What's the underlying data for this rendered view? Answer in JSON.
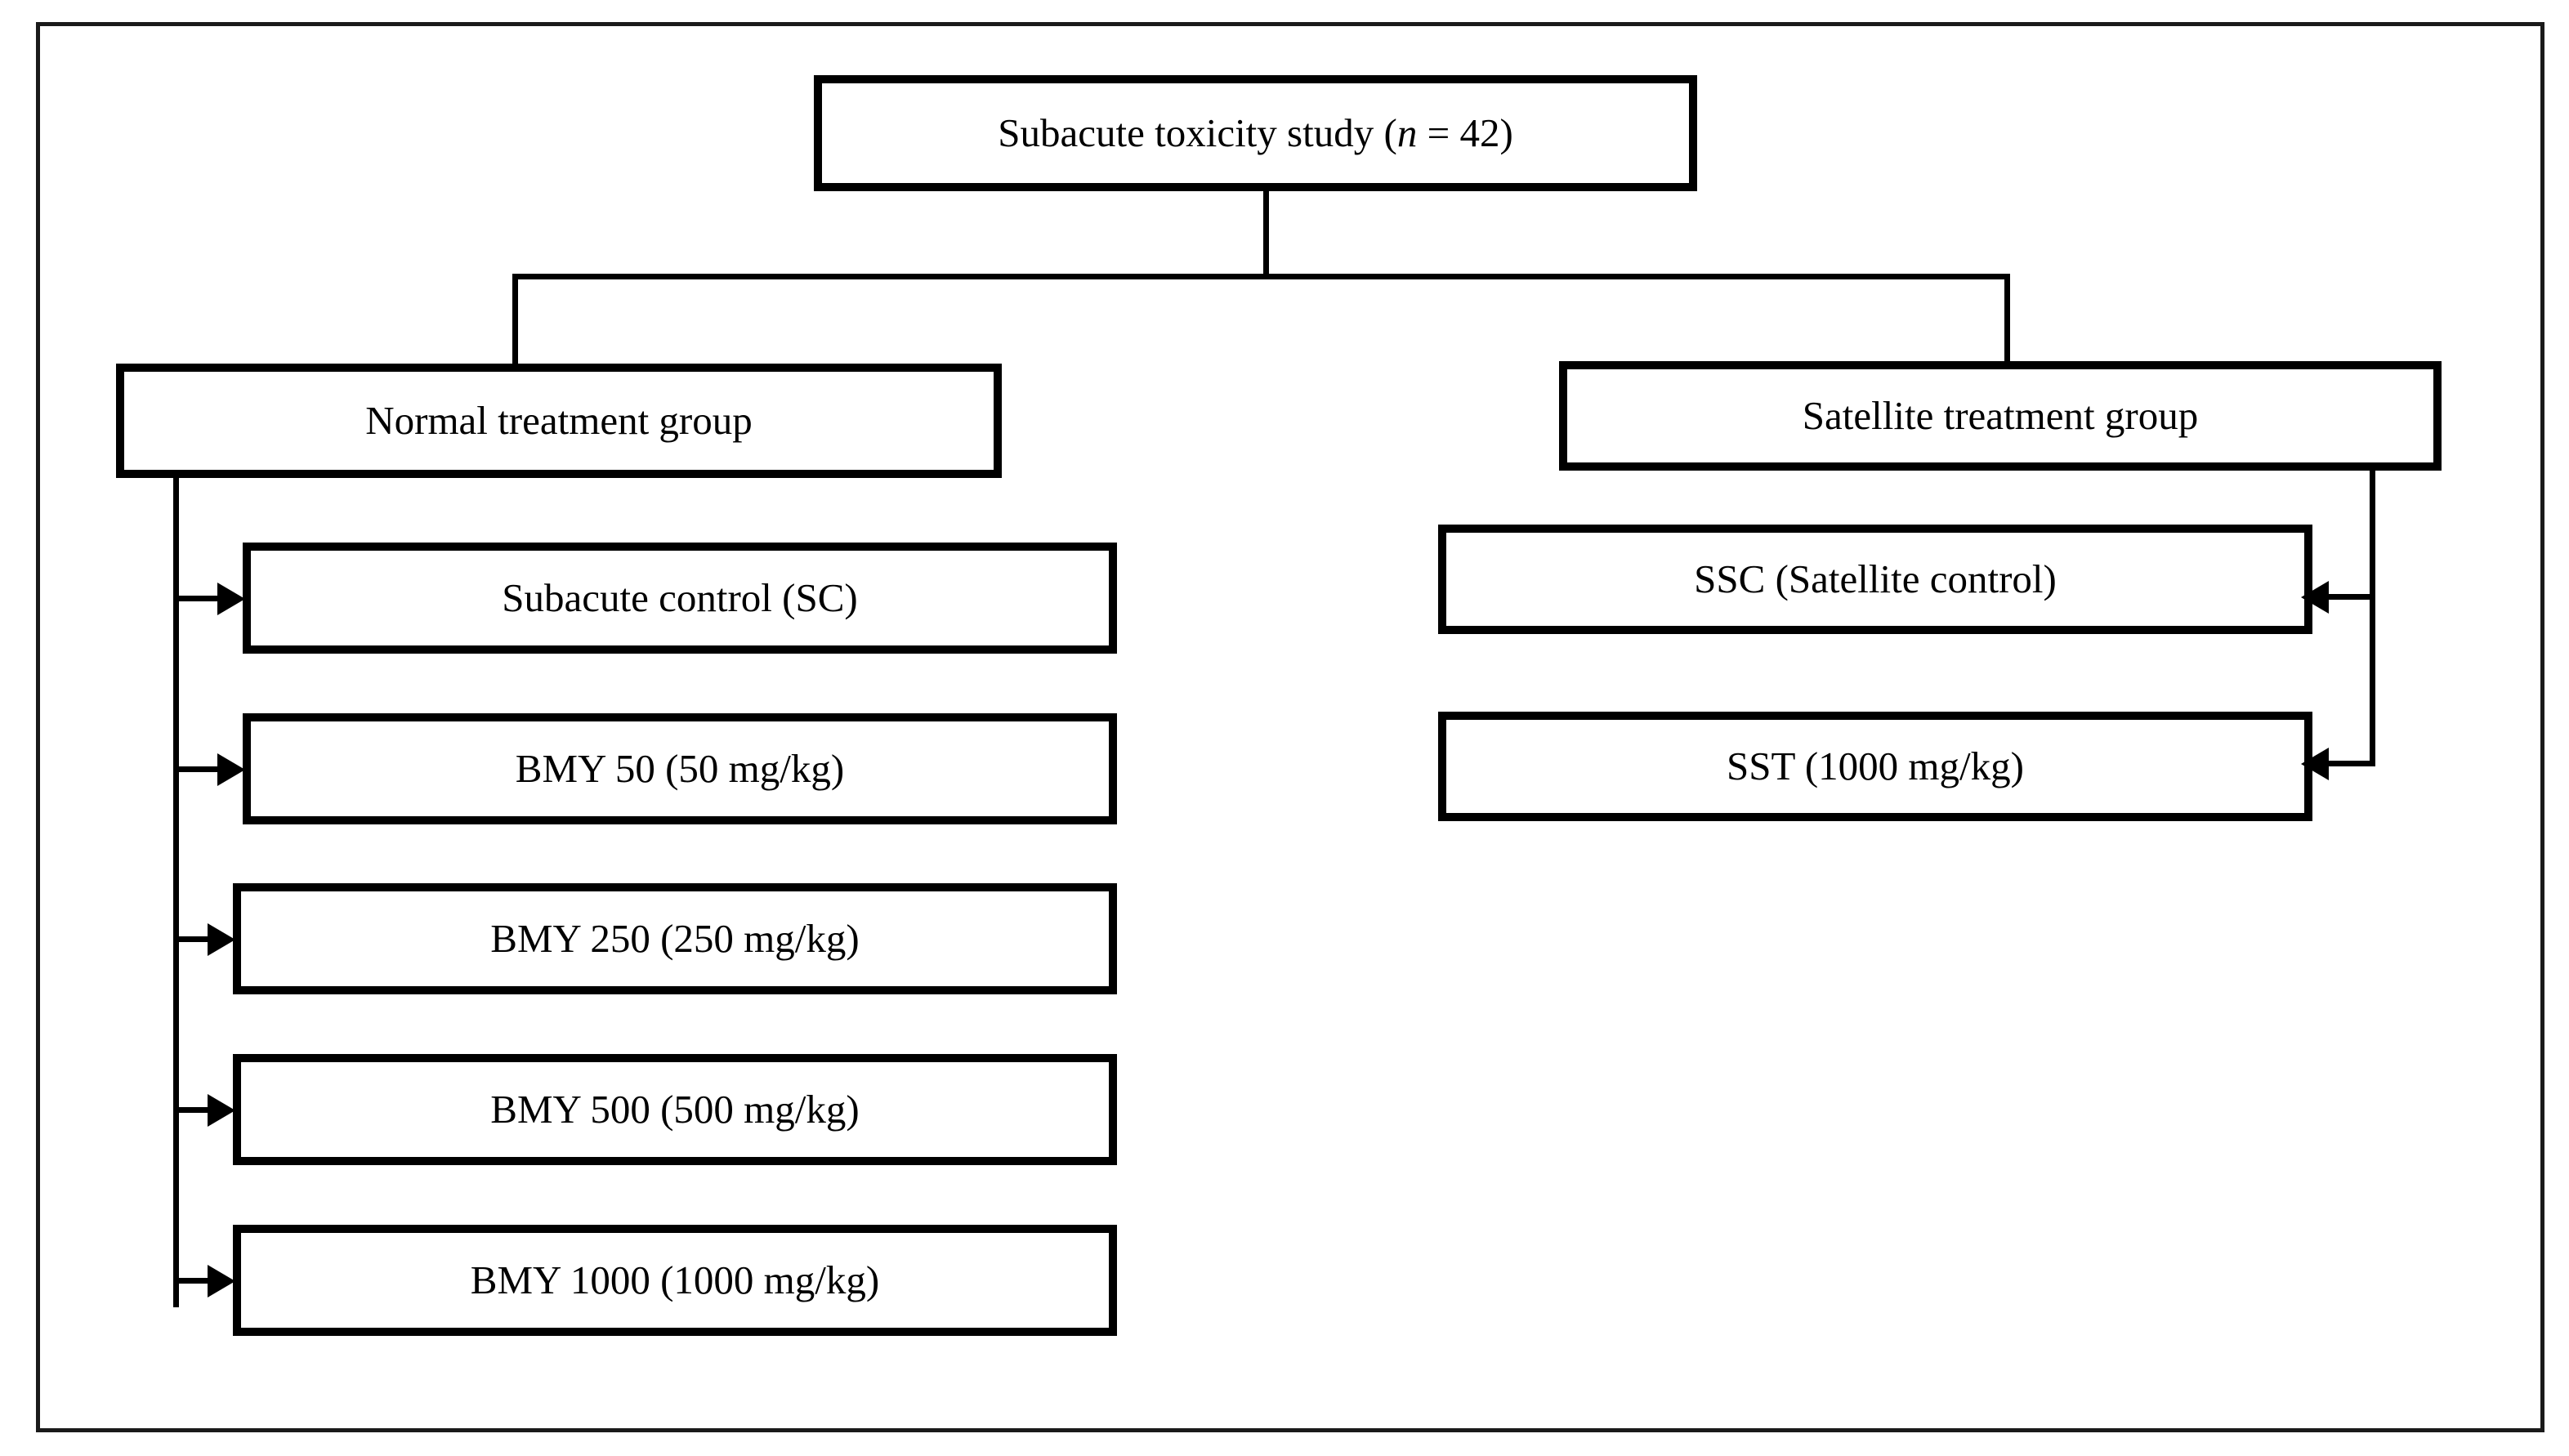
{
  "figure": {
    "type": "flowchart",
    "orientation": "top-down",
    "title_box": {
      "text_prefix": "Subacute toxicity study (",
      "italic_symbol": "n",
      "text_suffix": " = 42)",
      "full_text": "Subacute toxicity study (n = 42)"
    },
    "colors": {
      "box_border": "#000000",
      "box_fill": "#ffffff",
      "connector": "#000000",
      "frame": "#1a1a1a",
      "text": "#000000",
      "background": "#ffffff"
    },
    "branches": [
      {
        "id": "normal",
        "group_label": "Normal treatment group",
        "arrow_side": "left",
        "children": [
          {
            "id": "sc",
            "label": "Subacute control (SC)"
          },
          {
            "id": "bmy50",
            "label": "BMY 50 (50 mg/kg)"
          },
          {
            "id": "bmy250",
            "label": "BMY 250 (250 mg/kg)"
          },
          {
            "id": "bmy500",
            "label": "BMY 500 (500 mg/kg)"
          },
          {
            "id": "bmy1000",
            "label": "BMY 1000 (1000 mg/kg)"
          }
        ]
      },
      {
        "id": "satellite",
        "group_label": "Satellite treatment group",
        "arrow_side": "right",
        "children": [
          {
            "id": "ssc",
            "label": "SSC (Satellite control)"
          },
          {
            "id": "sst",
            "label": "SST (1000 mg/kg)"
          }
        ]
      }
    ],
    "total_animals": "42"
  }
}
